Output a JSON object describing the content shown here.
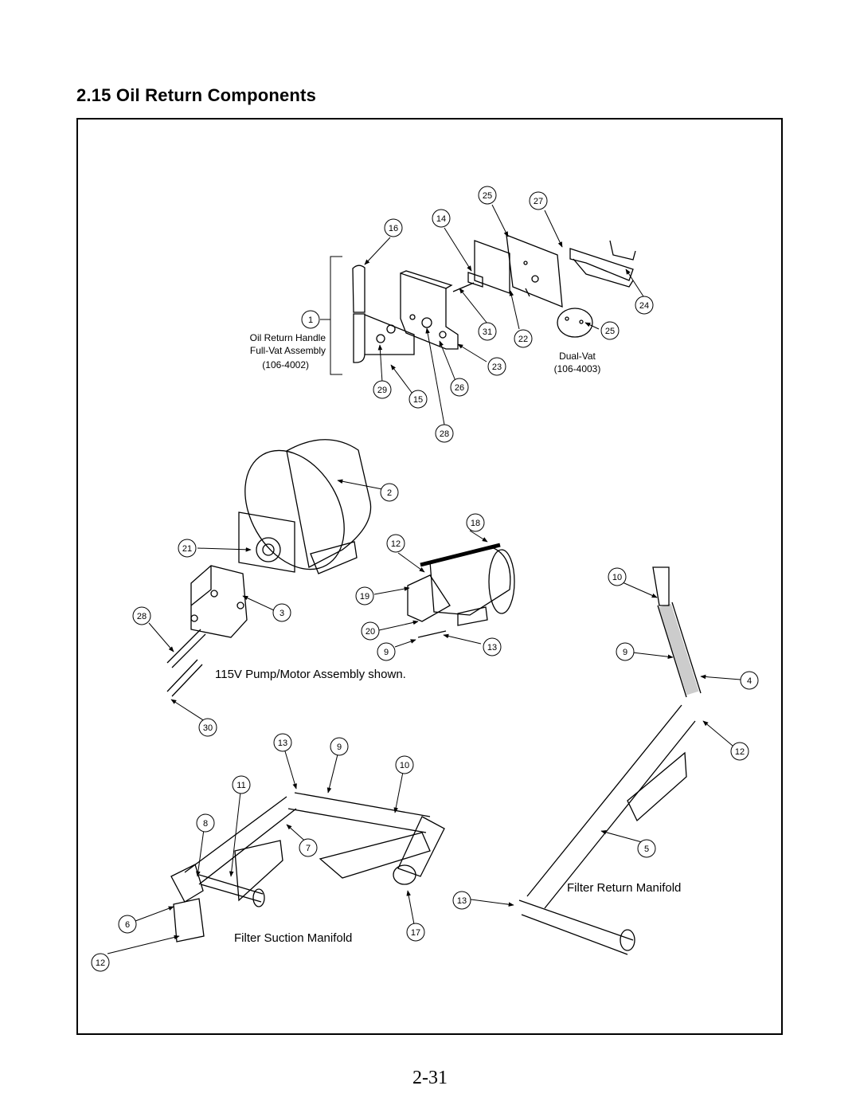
{
  "title": "2.15 Oil Return Components",
  "page_number": "2-31",
  "captions": {
    "handle_name": "Oil Return Handle",
    "handle_assembly": "Full-Vat Assembly",
    "handle_part": "(106-4002)",
    "dualvat_name": "Dual-Vat",
    "dualvat_part": "(106-4003)",
    "pump_note": "115V Pump/Motor Assembly shown.",
    "suction_manifold": "Filter Suction Manifold",
    "return_manifold": "Filter Return Manifold"
  },
  "callouts": [
    {
      "id": "c25a",
      "label": "25"
    },
    {
      "id": "c27",
      "label": "27"
    },
    {
      "id": "c16",
      "label": "16"
    },
    {
      "id": "c14",
      "label": "14"
    },
    {
      "id": "c24",
      "label": "24"
    },
    {
      "id": "c1",
      "label": "1"
    },
    {
      "id": "c31",
      "label": "31"
    },
    {
      "id": "c22",
      "label": "22"
    },
    {
      "id": "c25b",
      "label": "25"
    },
    {
      "id": "c23",
      "label": "23"
    },
    {
      "id": "c29",
      "label": "29"
    },
    {
      "id": "c26",
      "label": "26"
    },
    {
      "id": "c15",
      "label": "15"
    },
    {
      "id": "c28a",
      "label": "28"
    },
    {
      "id": "c2",
      "label": "2"
    },
    {
      "id": "c18",
      "label": "18"
    },
    {
      "id": "c21",
      "label": "21"
    },
    {
      "id": "c12a",
      "label": "12"
    },
    {
      "id": "c10a",
      "label": "10"
    },
    {
      "id": "c19",
      "label": "19"
    },
    {
      "id": "c28b",
      "label": "28"
    },
    {
      "id": "c3",
      "label": "3"
    },
    {
      "id": "c20",
      "label": "20"
    },
    {
      "id": "c9a",
      "label": "9"
    },
    {
      "id": "c13a",
      "label": "13"
    },
    {
      "id": "c9b",
      "label": "9"
    },
    {
      "id": "c4",
      "label": "4"
    },
    {
      "id": "c30",
      "label": "30"
    },
    {
      "id": "c13b",
      "label": "13"
    },
    {
      "id": "c9c",
      "label": "9"
    },
    {
      "id": "c12b",
      "label": "12"
    },
    {
      "id": "c10b",
      "label": "10"
    },
    {
      "id": "c11",
      "label": "11"
    },
    {
      "id": "c8",
      "label": "8"
    },
    {
      "id": "c7",
      "label": "7"
    },
    {
      "id": "c5",
      "label": "5"
    },
    {
      "id": "c13c",
      "label": "13"
    },
    {
      "id": "c6",
      "label": "6"
    },
    {
      "id": "c17",
      "label": "17"
    },
    {
      "id": "c12c",
      "label": "12"
    }
  ]
}
